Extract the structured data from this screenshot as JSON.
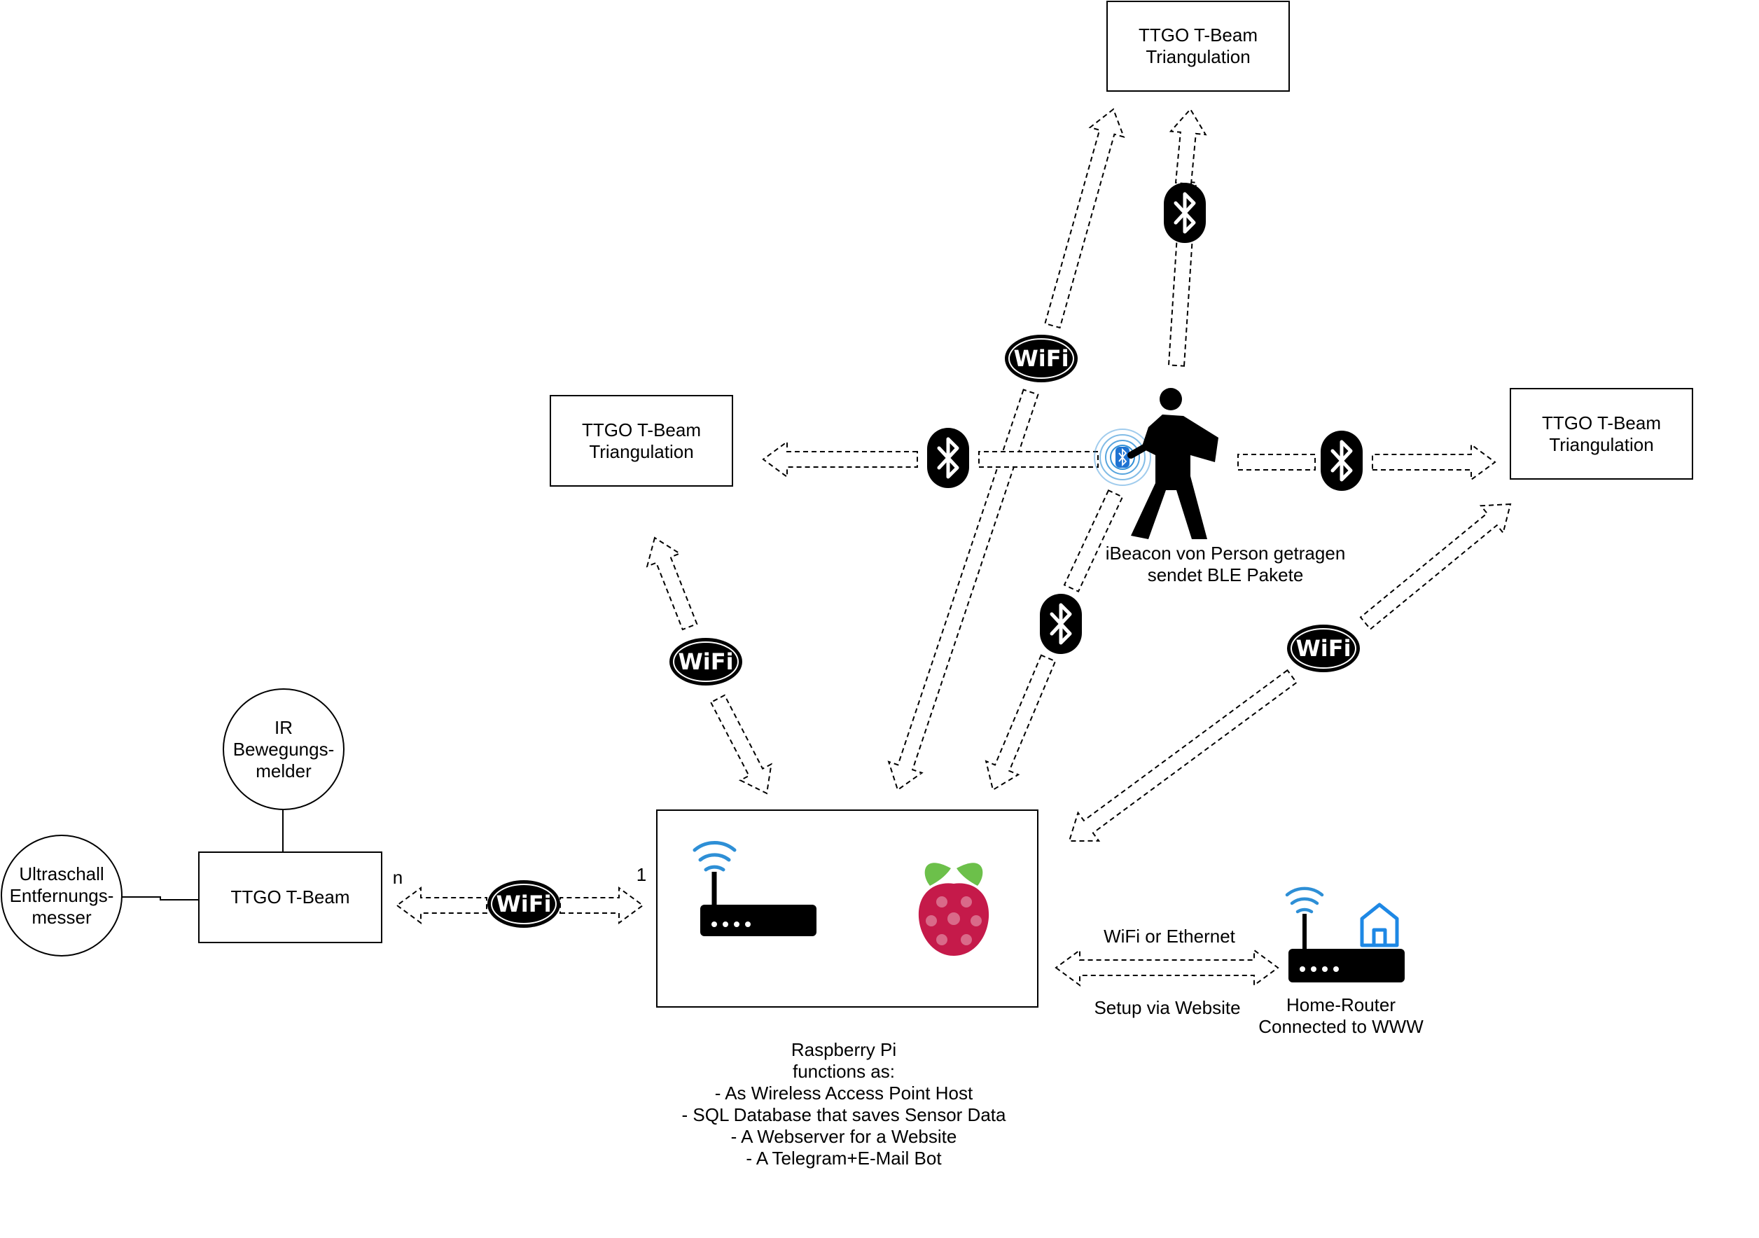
{
  "nodes": {
    "tbeam_top": [
      "TTGO T-Beam",
      "Triangulation"
    ],
    "tbeam_left": [
      "TTGO T-Beam",
      "Triangulation"
    ],
    "tbeam_right": [
      "TTGO T-Beam",
      "Triangulation"
    ],
    "tbeam_sensor": "TTGO T-Beam",
    "ir_sensor": [
      "IR",
      "Bewegungs-",
      "melder"
    ],
    "ultrasonic_sensor": [
      "Ultraschall",
      "Entfernungs-",
      "messer"
    ]
  },
  "person_caption": [
    "iBeacon von Person getragen",
    "sendet BLE Pakete"
  ],
  "cardinality": {
    "n": "n",
    "one": "1"
  },
  "wifi_badge": "WiFi",
  "router_link": {
    "top": "WiFi or Ethernet",
    "bottom": "Setup via Website"
  },
  "home_router": [
    "Home-Router",
    "Connected to WWW"
  ],
  "raspberry_pi": [
    "Raspberry Pi",
    "functions as:",
    "- As Wireless Access Point Host",
    "- SQL Database that saves Sensor Data",
    "- A Webserver for a Website",
    "- A Telegram+E-Mail Bot"
  ],
  "icons": [
    "bluetooth-icon",
    "wifi-icon",
    "router-icon",
    "raspberry-pi-icon",
    "home-icon",
    "walking-person-icon",
    "ibeacon-icon"
  ],
  "colors": {
    "stroke": "#000000",
    "wifi_blue": "#2e8fd6",
    "home_blue": "#1e88e5",
    "raspberry_red": "#c51a4a",
    "raspberry_green": "#6cc04a"
  }
}
